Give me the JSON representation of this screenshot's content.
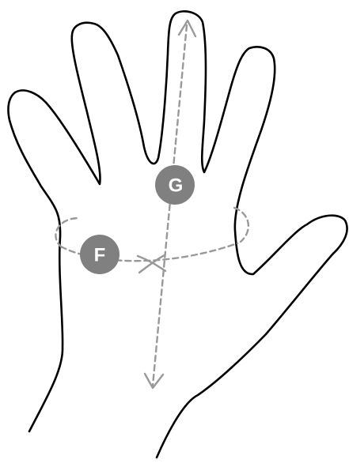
{
  "markers": [
    {
      "id": "F",
      "label": "F"
    },
    {
      "id": "G",
      "label": "G"
    }
  ],
  "colors": {
    "outline": "#000000",
    "guide": "#999999",
    "marker_fill": "#808080",
    "marker_text": "#ffffff",
    "background": "#ffffff"
  },
  "icons": {
    "hand": "hand-outline-icon",
    "length_arrow": "double-arrow-icon",
    "circumference_loop": "dashed-loop-icon",
    "cross": "cross-mark-icon"
  }
}
